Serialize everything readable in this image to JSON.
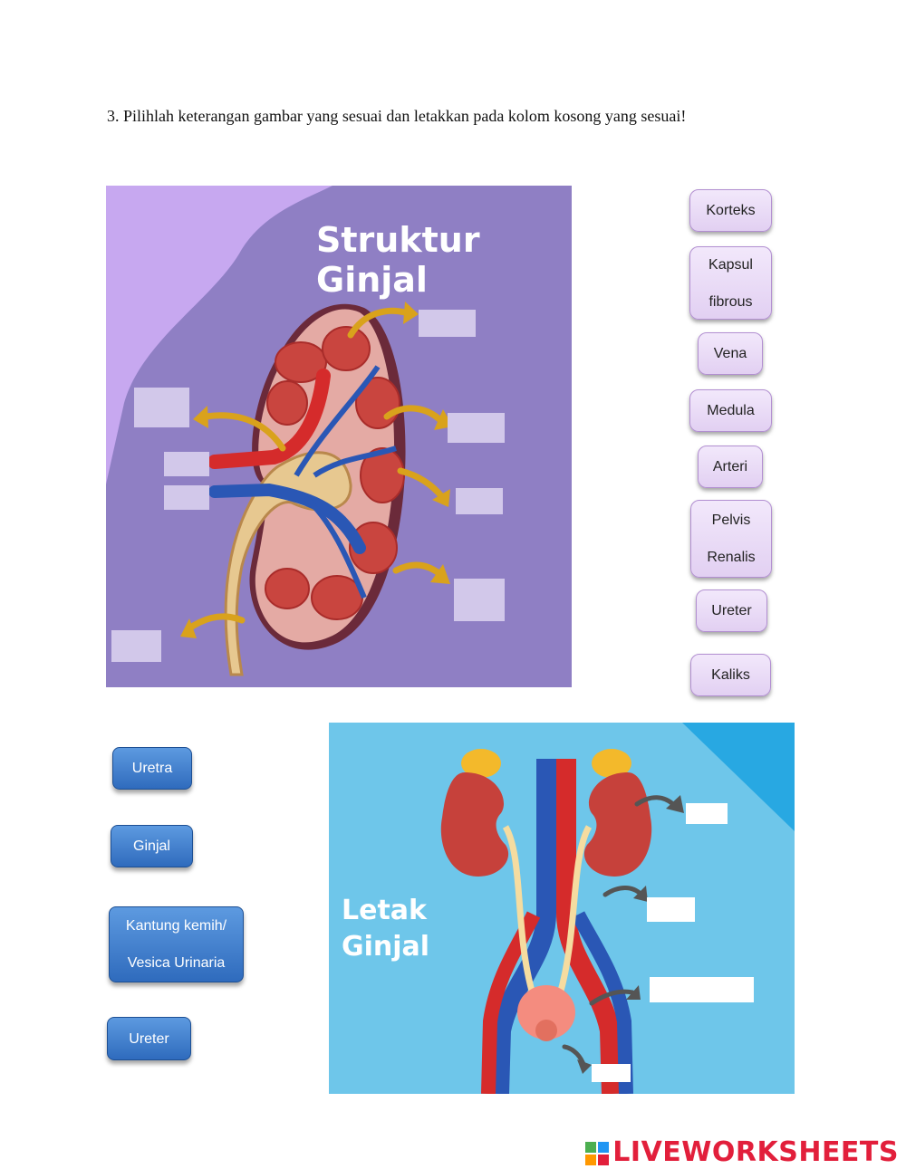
{
  "instruction": "3. Pilihlah keterangan gambar yang sesuai dan letakkan pada kolom kosong yang sesuai!",
  "struktur": {
    "title": "Struktur Ginjal",
    "bg_color": "#8f7fc4",
    "drop_count": 8
  },
  "letak": {
    "title_line1": "Letak",
    "title_line2": "Ginjal",
    "bg_color": "#6ec6ea",
    "drop_count": 4
  },
  "purple_options": [
    {
      "lines": [
        "Korteks"
      ]
    },
    {
      "lines": [
        "Kapsul",
        "fibrous"
      ]
    },
    {
      "lines": [
        "Vena"
      ]
    },
    {
      "lines": [
        "Medula"
      ]
    },
    {
      "lines": [
        "Arteri"
      ]
    },
    {
      "lines": [
        "Pelvis",
        "Renalis"
      ]
    },
    {
      "lines": [
        "Ureter"
      ]
    },
    {
      "lines": [
        "Kaliks"
      ]
    }
  ],
  "blue_options": [
    {
      "lines": [
        "Uretra"
      ]
    },
    {
      "lines": [
        "Ginjal"
      ]
    },
    {
      "lines": [
        "Kantung kemih/",
        "Vesica Urinaria"
      ]
    },
    {
      "lines": [
        "Ureter"
      ]
    }
  ],
  "brand": {
    "text": "LIVEWORKSHEETS",
    "icon": "liveworksheets-logo-icon",
    "color": "#e21f3b"
  }
}
